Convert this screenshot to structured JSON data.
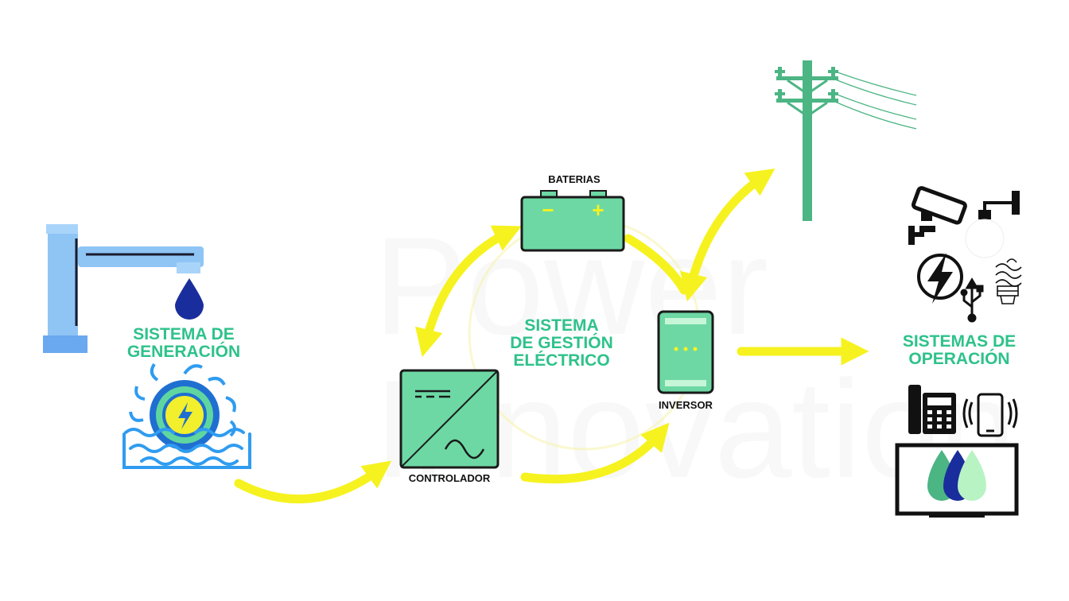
{
  "watermark": {
    "line1": "Power",
    "line2": "Innovation"
  },
  "labels": {
    "generation_line1": "SISTEMA DE",
    "generation_line2": "GENERACIÓN",
    "management_line1": "SISTEMA",
    "management_line2": "DE GESTIÓN",
    "management_line3": "ELÉCTRICO",
    "operation_line1": "SISTEMAS DE",
    "operation_line2": "OPERACIÓN",
    "batteries": "BATERIAS",
    "controller": "CONTROLADOR",
    "inverter": "INVERSOR"
  },
  "battery": {
    "minus": "−",
    "plus": "+"
  },
  "colors": {
    "arrow": "#f6f21f",
    "green": "#2ec28a",
    "device_fill": "#6dd8a4",
    "pole": "#4cb584",
    "faucet": "#8ec5f5",
    "drop": "#1a2d9c"
  },
  "icons": [
    "faucet-icon",
    "water-drop-icon",
    "water-turbine-icon",
    "battery-icon",
    "controller-icon",
    "inverter-icon",
    "power-pole-icon",
    "security-camera-icon",
    "wall-lamp-icon",
    "lightning-icon",
    "usb-icon",
    "cfl-bulb-icon",
    "desk-phone-icon",
    "smartphone-icon",
    "tv-icon"
  ]
}
